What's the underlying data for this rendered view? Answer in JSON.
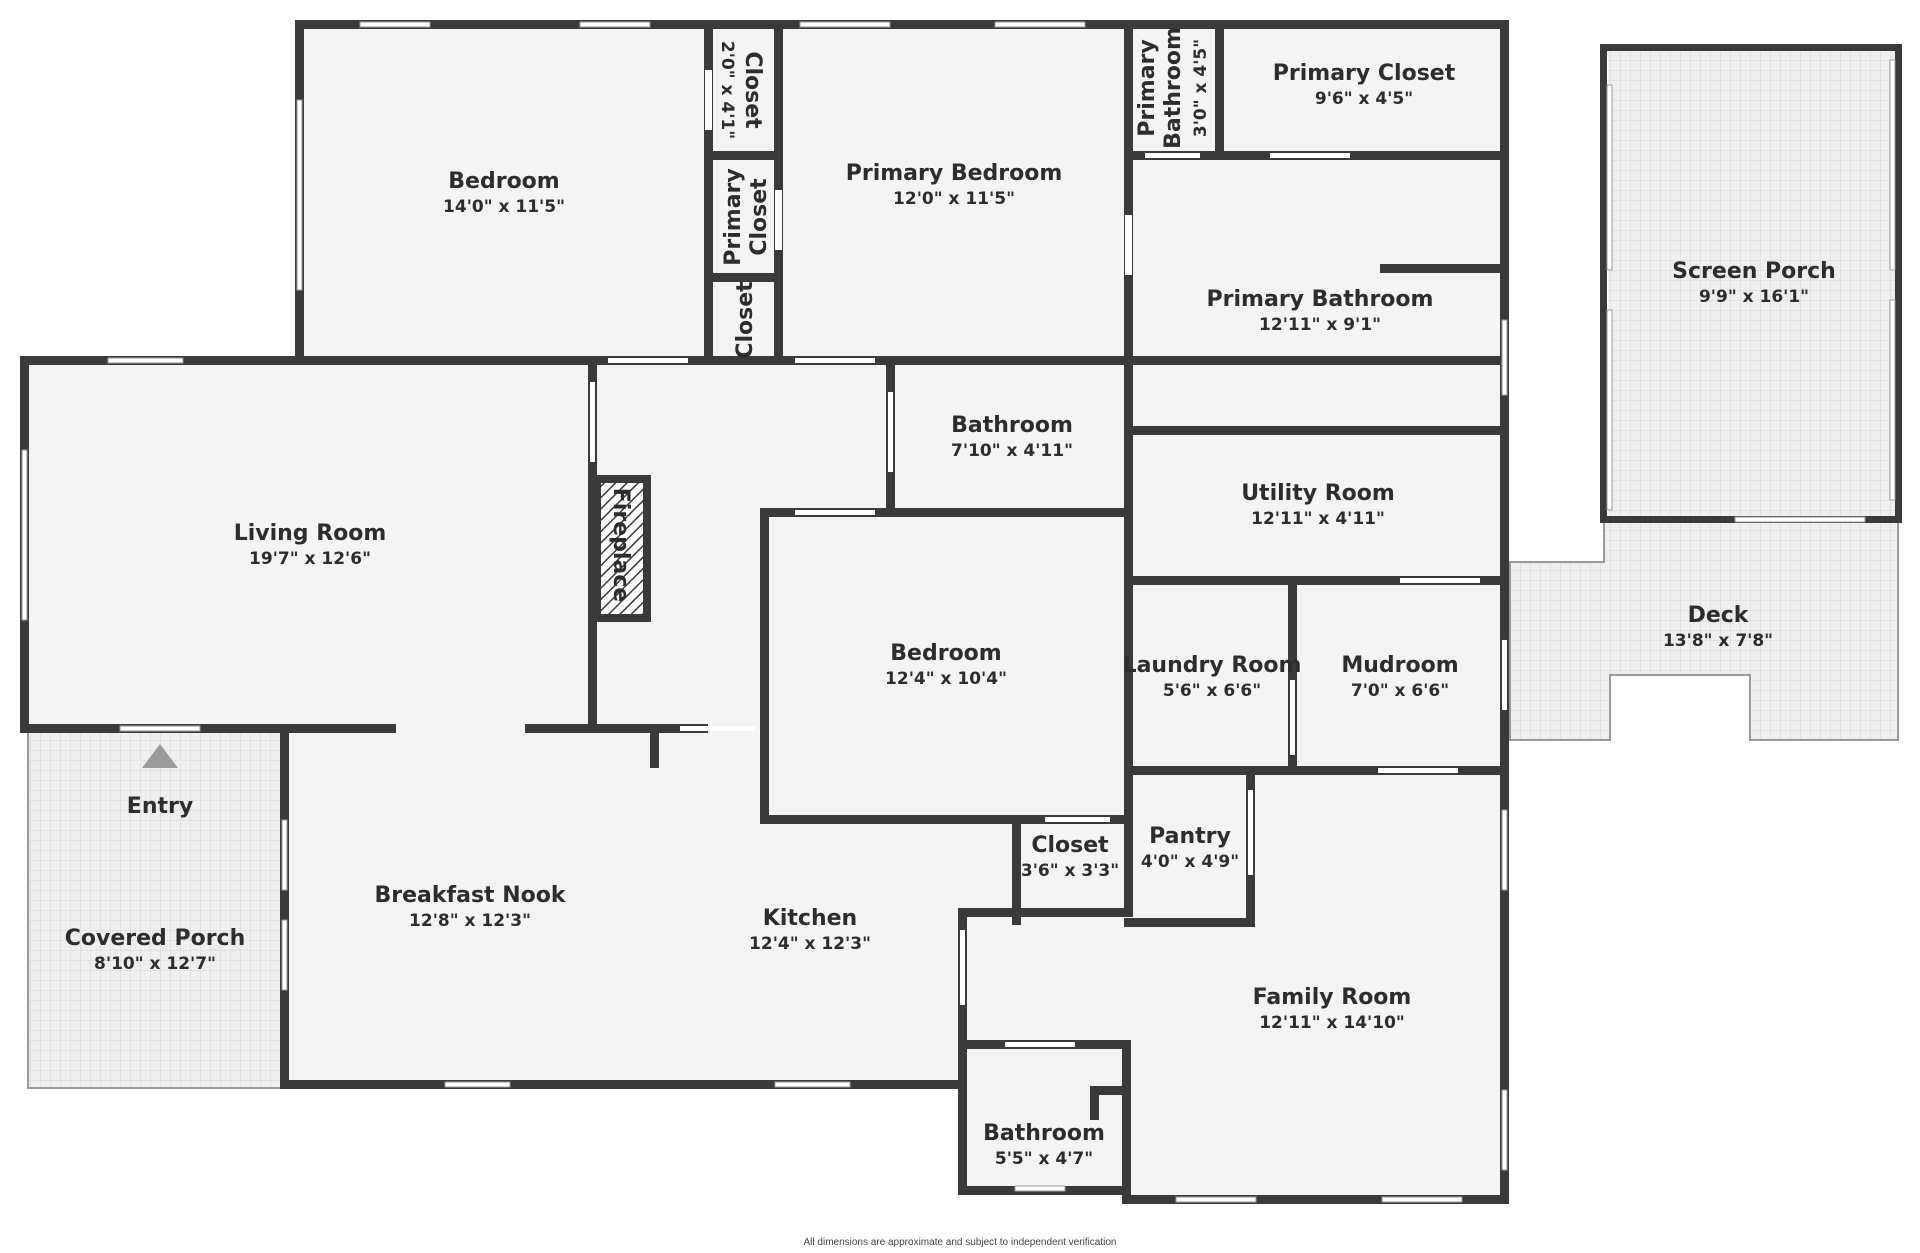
{
  "rooms": [
    {
      "id": "bedroom-1",
      "name": "Bedroom",
      "dims": "14'0\" x 11'5\""
    },
    {
      "id": "closet-1",
      "name": "Closet",
      "dims": "2'0\" x 4'1\""
    },
    {
      "id": "primary-closet-1",
      "name": "Primary Closet",
      "dims": ""
    },
    {
      "id": "closet-2",
      "name": "Closet",
      "dims": ""
    },
    {
      "id": "primary-bedroom",
      "name": "Primary Bedroom",
      "dims": "12'0\" x 11'5\""
    },
    {
      "id": "primary-bathroom-small",
      "name": "Primary Bathroom",
      "dims": "3'0\" x 4'5\""
    },
    {
      "id": "primary-closet-2",
      "name": "Primary Closet",
      "dims": "9'6\" x 4'5\""
    },
    {
      "id": "primary-bathroom",
      "name": "Primary Bathroom",
      "dims": "12'11\" x 9'1\""
    },
    {
      "id": "screen-porch",
      "name": "Screen Porch",
      "dims": "9'9\" x 16'1\""
    },
    {
      "id": "living-room",
      "name": "Living Room",
      "dims": "19'7\" x 12'6\""
    },
    {
      "id": "fireplace",
      "name": "Fireplace",
      "dims": ""
    },
    {
      "id": "bathroom-1",
      "name": "Bathroom",
      "dims": "7'10\" x 4'11\""
    },
    {
      "id": "utility-room",
      "name": "Utility Room",
      "dims": "12'11\" x 4'11\""
    },
    {
      "id": "deck",
      "name": "Deck",
      "dims": "13'8\" x 7'8\""
    },
    {
      "id": "bedroom-2",
      "name": "Bedroom",
      "dims": "12'4\" x 10'4\""
    },
    {
      "id": "laundry-room",
      "name": "Laundry Room",
      "dims": "5'6\" x 6'6\""
    },
    {
      "id": "mudroom",
      "name": "Mudroom",
      "dims": "7'0\" x 6'6\""
    },
    {
      "id": "entry",
      "name": "Entry",
      "dims": ""
    },
    {
      "id": "closet-3",
      "name": "Closet",
      "dims": "3'6\" x 3'3\""
    },
    {
      "id": "pantry",
      "name": "Pantry",
      "dims": "4'0\" x 4'9\""
    },
    {
      "id": "breakfast-nook",
      "name": "Breakfast Nook",
      "dims": "12'8\" x 12'3\""
    },
    {
      "id": "kitchen",
      "name": "Kitchen",
      "dims": "12'4\" x 12'3\""
    },
    {
      "id": "covered-porch",
      "name": "Covered Porch",
      "dims": "8'10\" x 12'7\""
    },
    {
      "id": "family-room",
      "name": "Family Room",
      "dims": "12'11\" x 14'10\""
    },
    {
      "id": "bathroom-2",
      "name": "Bathroom",
      "dims": "5'5\" x 4'7\""
    }
  ],
  "disclaimer": "All dimensions are approximate and subject to independent verification",
  "colors": {
    "wall": "#3a3a3a",
    "floor": "#f4f4f4",
    "outdoor": "#eeeeee",
    "window": "#ffffff",
    "text": "#2d2d2d"
  }
}
